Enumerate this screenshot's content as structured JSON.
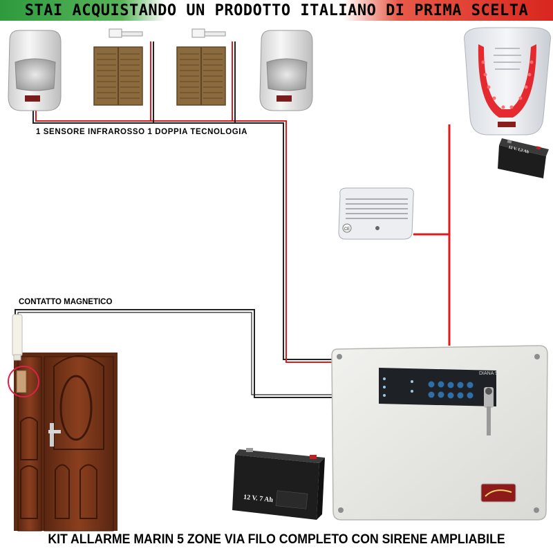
{
  "header": {
    "banner_text": "STAI ACQUISTANDO UN PRODOTTO ITALIANO DI PRIMA SCELTA",
    "flag_colors": {
      "green": "#2e9a3e",
      "white": "#ffffff",
      "red": "#d8261f"
    }
  },
  "labels": {
    "sensors": "1 SENSORE INFRAROSSO 1 DOPPIA TECNOLOGIA",
    "magnetic_contact": "CONTATTO MAGNETICO"
  },
  "footer": {
    "title": "KIT ALLARME MARIN 5 ZONE VIA FILO COMPLETO CON SIRENE AMPLIABILE"
  },
  "devices": {
    "main_battery_label": "12 V. 7 Ah",
    "siren_battery_label": "12 V. 1,2 Ah",
    "panel_model": "DIANA 5"
  },
  "colors": {
    "wire_red": "#e0191c",
    "wire_dark": "#222222",
    "door_wood": "#6b2f16",
    "shutter_wood": "#8b6a3e",
    "panel_body": "#e7e7e4",
    "siren_led": "#e3141b"
  }
}
